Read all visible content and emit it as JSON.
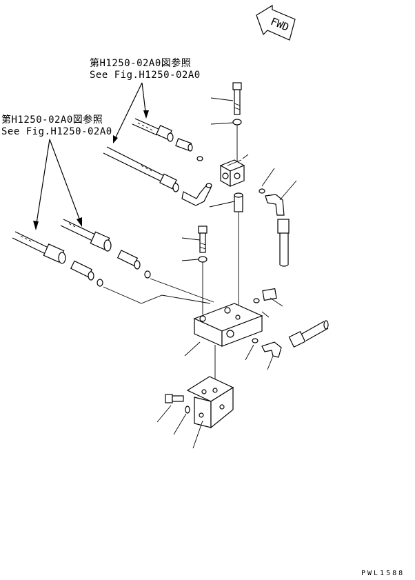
{
  "references": {
    "top_ref_jp": "第H1250-02A0図参照",
    "top_ref_en": "See Fig.H1250-02A0",
    "left_ref_jp": "第H1250-02A0図参照",
    "left_ref_en": "See Fig.H1250-02A0"
  },
  "direction_marker": {
    "text": "FWD"
  },
  "drawing_code": "PWL1588"
}
